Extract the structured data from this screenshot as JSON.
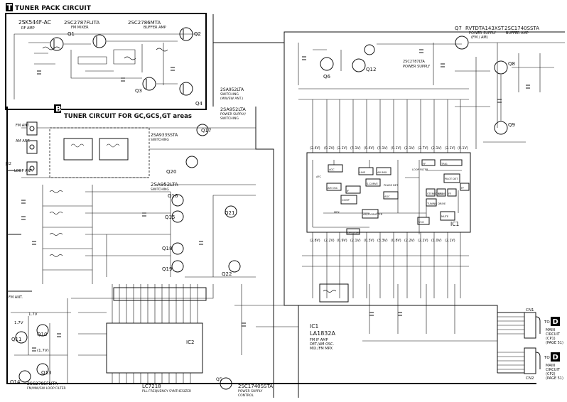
{
  "header": {
    "t_badge": "T",
    "tuner_pack": "TUNER PACK CIRCUIT",
    "b_badge": "B",
    "tuner_circuit": "TUNER CIRCUIT FOR GC,GCS,GT areas"
  },
  "top_parts": {
    "q1_part": "2SK544F-AC",
    "q1_func": "RF AMP",
    "q2_part": "2SC2787FLITA",
    "q2_func": "FM MIXER",
    "q3_part": "2SC2786MTA",
    "q3_func": "BUFFER AMP",
    "q_label_1": "Q1",
    "q_label_2": "Q2",
    "q_label_3": "Q3",
    "q_label_4": "Q4"
  },
  "right_parts": {
    "q7": "Q7",
    "q7_part": "RVTDTA143XST",
    "q7_func": "POWER SUPPLY",
    "q7_sub": "(FM / AM)",
    "q8_part": "2SC1740SSTA",
    "q8_func": "BUFFER AMP",
    "q6": "Q6",
    "q12": "Q12",
    "q12_part": "2SC2787LTA",
    "q12_func": "POWER SUPPLY",
    "q8": "Q8",
    "q9": "Q9"
  },
  "mid_parts": {
    "q17_part": "2SA952LTA",
    "q17_func": "SWITCHING",
    "q17_sub": "(MW/SW ANT.)",
    "q17b_part": "2SA952LTA",
    "q17b_func": "POWER SUPPLY/",
    "q17b_sub": "SWITCHING",
    "q18_part": "2SA933SSTA",
    "q18_func": "SWITCHING",
    "q20_part": "2SA952LTA",
    "q20_func": "SWITCHING",
    "q17": "Q17",
    "q20": "Q20",
    "q16": "Q16",
    "q15": "Q15",
    "q21": "Q21",
    "q18": "Q18",
    "q19": "Q19",
    "q22": "Q22"
  },
  "left_parts": {
    "fm_ant": "FM ANT.",
    "am_ant": "AM ANT.",
    "loop_ant": "LOOP ANT.",
    "jack": "JK2",
    "fm_ant2": "FM ANT.",
    "q10": "Q10",
    "q11": "Q11",
    "q13": "Q13",
    "q14": "Q14",
    "q14_part": "2SC2785FLITA",
    "q14_func": "FM/MW/SW LOOP FILTER",
    "volt_1": "1.7V",
    "volt_2": "1.7V",
    "volt_3": "(1.7V)"
  },
  "ic_labels": {
    "ic1": "IC1",
    "ic1_part": "LA1832A",
    "ic1_func_1": "FM IF AMP",
    "ic1_func_2": "DET./AM OSC.",
    "ic1_func_3": "MIX./FM MPX",
    "ic2": "IC2",
    "ic2_part": "LC7218",
    "ic2_func": "PLL FREQUENCY SYNTHESIZER",
    "q5_part": "2SC1740SSTA",
    "q5_func": "POWER SUPPLY",
    "q5_sub": "CONTROL",
    "q5": "Q5"
  },
  "ic1_blocks": [
    "AGC",
    "LINE",
    "AM MIX",
    "AM OSC",
    "IF",
    "S-CURVE",
    "AGC",
    "COMP",
    "AM/FM BUFFER",
    "TUNING DRIVE",
    "VCO",
    "PILOT DET",
    "STEREO DRIVE",
    "REG",
    "FF",
    "FF",
    "FF",
    "TRIG",
    "MUTE",
    "DECODER",
    "PHASE DET",
    "LOOP FILTER",
    "MPX",
    "AFC"
  ],
  "connector": {
    "cn1": "CN1",
    "to_1": "TO",
    "d_1": "D",
    "main_1": "MAIN",
    "circuit_1": "CIRCUIT",
    "cp_1": "(CP1)",
    "page_1": "(PAGE 51)",
    "to_2": "TO",
    "d_2": "D",
    "main_2": "MAIN",
    "circuit_2": "CIRCUIT",
    "cp_2": "(CP2)",
    "page_2": "(PAGE 51)",
    "cn2": "CN2"
  },
  "ic1_pins_top": [
    "(2.4V)",
    "(0.2V)",
    "(2.1V)",
    "(3.1V)",
    "(0.4V)",
    "(3.1V)",
    "(0.1V)",
    "(2.1V)",
    "(2.7V)",
    "(2.1V)",
    "(2.1V)",
    "(0.1V)"
  ],
  "ic1_pins_bottom": [
    "(2.8V)",
    "(2.2V)",
    "(0.9V)",
    "(2.1V)",
    "(0.3V)",
    "(3.3V)",
    "(0.8V)",
    "(2.2V)",
    "(2.2V)",
    "(1.0V)",
    "(2.1V)"
  ]
}
